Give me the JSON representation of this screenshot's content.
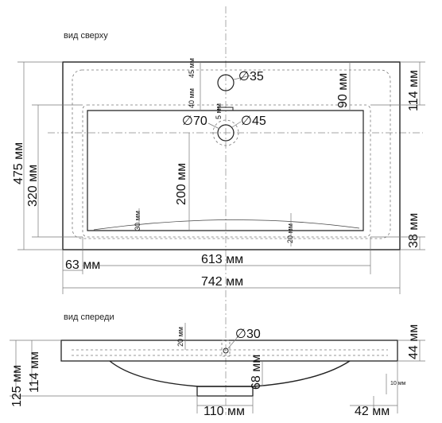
{
  "top_view": {
    "caption": "вид сверху",
    "dims": {
      "w613": "613 мм",
      "w742": "742 мм",
      "l63": "63 мм",
      "h475": "475 мм",
      "h320": "320 мм",
      "h114": "114 мм",
      "h38": "38 мм",
      "d90": "90 мм",
      "d200": "200 мм",
      "d45v": "45 мм",
      "d40": "40 мм",
      "d5": "5 мм",
      "d30": "30 мм",
      "d20": "20 мм",
      "dia35": "∅35",
      "dia70": "∅70",
      "dia45": "∅45"
    }
  },
  "front_view": {
    "caption": "вид спереди",
    "dims": {
      "dia30": "∅30",
      "d20": "20 мм",
      "h44": "44 мм",
      "h125": "125 мм",
      "h114": "114 мм",
      "d68": "68 мм",
      "d10": "10 мм",
      "w110": "110 мм",
      "w42": "42 мм"
    }
  }
}
